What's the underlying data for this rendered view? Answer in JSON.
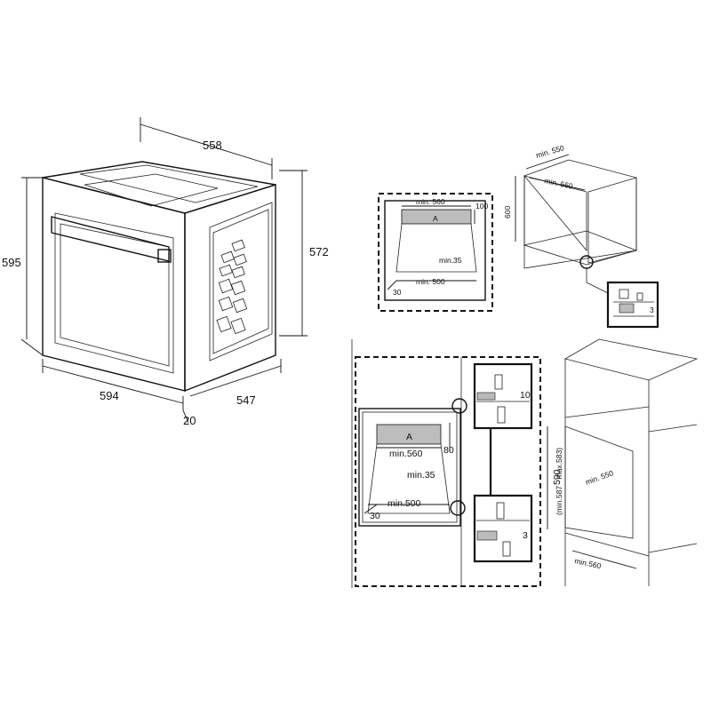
{
  "oven_dimensions": {
    "width_top": "558",
    "height_total": "595",
    "height_body": "572",
    "width_front": "594",
    "depth": "547",
    "front_thickness": "20"
  },
  "undercounter_cutout": {
    "width_min": "min. 560",
    "top_clearance": "100",
    "vent_label": "A",
    "side_gap": "min.35",
    "bottom_width": "min. 500",
    "corner_value": "30"
  },
  "cabinet_3d": {
    "depth": "min. 550",
    "width": "min. 560",
    "height": "600"
  },
  "detail_small": {
    "gap": "3"
  },
  "column_cutout": {
    "width_min": "min.560",
    "vent_label": "A",
    "top_value": "80",
    "side_gap": "min.35",
    "bottom_width": "min.500",
    "corner_value": "30",
    "detail_top_gap": "10",
    "detail_bottom_gap": "3"
  },
  "column_cabinet_3d": {
    "height": "590",
    "height_range": "(min.587 - max.583)",
    "depth": "min. 550",
    "width": "min.560"
  }
}
